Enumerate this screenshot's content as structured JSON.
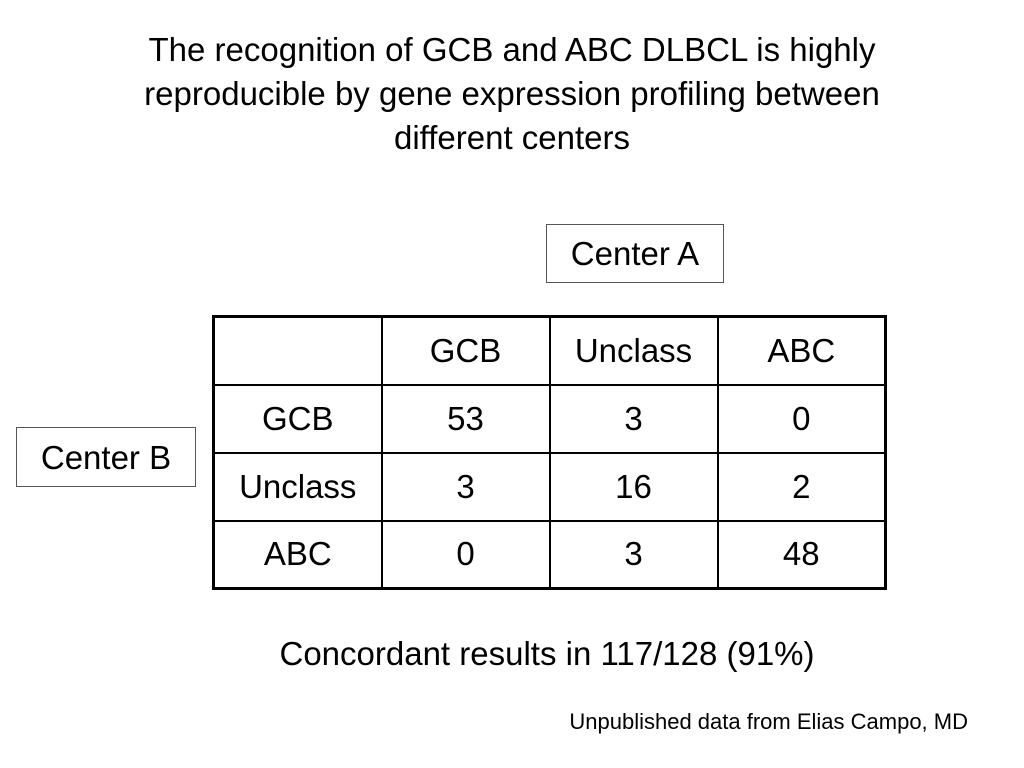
{
  "title_lines": [
    "The recognition of GCB and ABC DLBCL is highly",
    "reproducible by gene expression profiling between",
    "different centers"
  ],
  "column_group_label": "Center A",
  "row_group_label": "Center B",
  "table": {
    "header": [
      "",
      "GCB",
      "Unclass",
      "ABC"
    ],
    "rows": [
      [
        "GCB",
        "53",
        "3",
        "0"
      ],
      [
        "Unclass",
        "3",
        "16",
        "2"
      ],
      [
        "ABC",
        "0",
        "3",
        "48"
      ]
    ]
  },
  "summary": "Concordant results in 117/128 (91%)",
  "credit": "Unpublished data from Elias Campo, MD"
}
